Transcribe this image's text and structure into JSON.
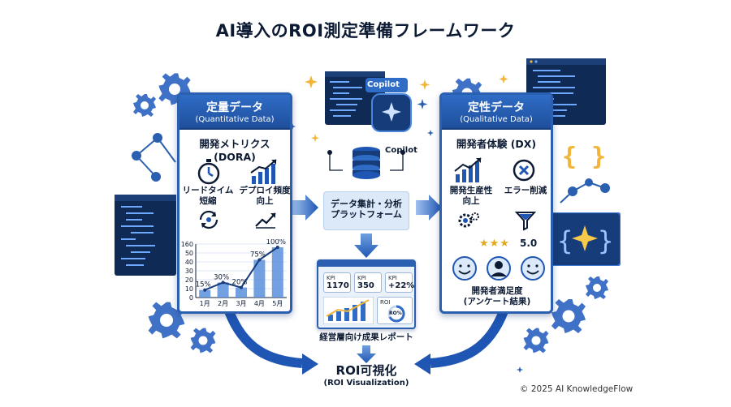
{
  "title": "AI導入のROI測定準備フレームワーク",
  "left_panel": {
    "heading": "定量データ",
    "subheading": "(Quantitative Data)",
    "section_title": "開発メトリクス (DORA)",
    "metric1": [
      "リードタイム",
      "短縮"
    ],
    "metric2": [
      "デプロイ頻度",
      "向上"
    ]
  },
  "chart_data": {
    "type": "bar",
    "categories": [
      "1月",
      "2月",
      "3月",
      "4月",
      "5月"
    ],
    "values": [
      15,
      30,
      20,
      75,
      100
    ],
    "data_labels": [
      "15%",
      "30%",
      "20%",
      "75%",
      "100%"
    ],
    "y_ticks": [
      "160",
      "50",
      "40",
      "30",
      "20",
      "10",
      "0"
    ],
    "trend_line": true,
    "xlabel": "",
    "ylabel": ""
  },
  "right_panel": {
    "heading": "定性データ",
    "subheading": "(Qualitative Data)",
    "section_title": "開発者体験 (DX)",
    "item1": [
      "開発生産性",
      "向上"
    ],
    "item2": "エラー削減",
    "rating": "5.0",
    "stars": 3,
    "satisfaction": [
      "開発者満足度",
      "(アンケート結果)"
    ]
  },
  "center": {
    "copilot_tag": "Copilot",
    "copilot_label": "Copilot",
    "platform": [
      "データ集計・分析",
      "プラットフォーム"
    ],
    "report_label": "経営層向け成果レポート",
    "kpis": [
      {
        "k": "KPI",
        "v": "1170"
      },
      {
        "k": "KPI",
        "v": "350"
      },
      {
        "k": "KPI",
        "v": "+22%"
      }
    ],
    "roi_badge": "ROI",
    "roi_ring": "RO%"
  },
  "result": {
    "title": "ROI可視化",
    "subtitle": "(ROI Visualization)"
  },
  "footer": "© 2025 AI KnowledgeFlow",
  "colors": {
    "primary": "#2b5fb0",
    "dark": "#163c7a",
    "accent": "#f2b53a",
    "bg": "#ffffff"
  }
}
